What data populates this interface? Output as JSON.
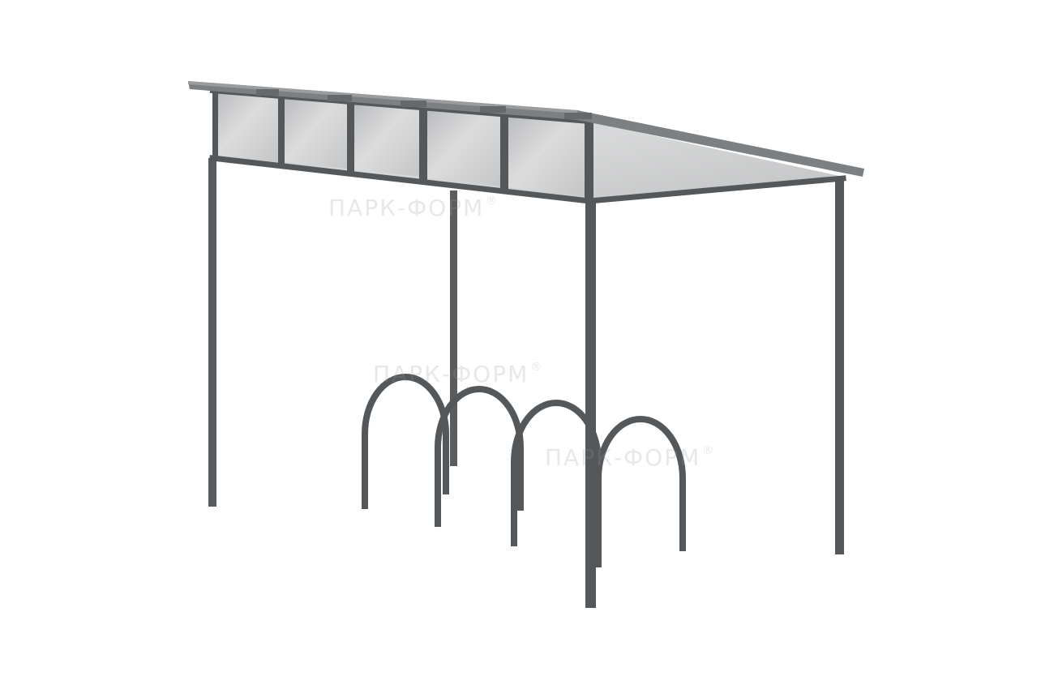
{
  "image": {
    "subject": "bike-shelter-with-arch-racks",
    "background_color": "#ffffff",
    "frame_color": "#55585b",
    "panel_color": "#c9cacb",
    "roof_edge_color": "#7d8083"
  },
  "watermarks": [
    {
      "text": "ПАРК-ФОРМ",
      "mark": "®"
    },
    {
      "text": "ПАРК-ФОРМ",
      "mark": "®"
    },
    {
      "text": "ПАРК-ФОРМ",
      "mark": "®"
    }
  ]
}
